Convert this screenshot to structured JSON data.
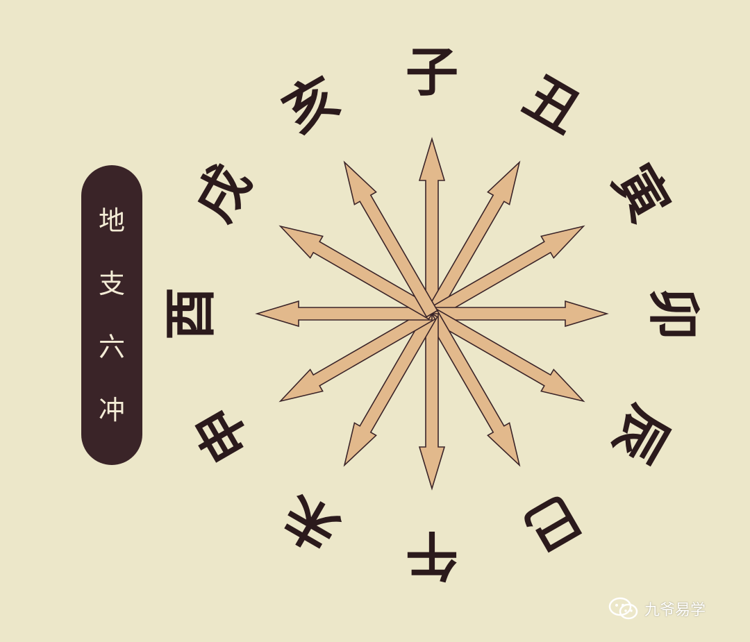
{
  "title": {
    "chars": [
      "地",
      "支",
      "六",
      "冲"
    ]
  },
  "branches": [
    "子",
    "丑",
    "寅",
    "卯",
    "辰",
    "巳",
    "午",
    "未",
    "申",
    "酉",
    "戌",
    "亥"
  ],
  "clash_pairs": [
    [
      "子",
      "午"
    ],
    [
      "丑",
      "未"
    ],
    [
      "寅",
      "申"
    ],
    [
      "卯",
      "酉"
    ],
    [
      "辰",
      "戌"
    ],
    [
      "巳",
      "亥"
    ]
  ],
  "watermark": {
    "text": "九爷易学",
    "icon": "wechat-icon"
  },
  "colors": {
    "background": "#ece7c9",
    "arrow_fill": "#e2b98c",
    "arrow_stroke": "#3a2428",
    "branch_text": "#2b1a1c",
    "pill": "#3a2428",
    "pill_text": "#f3ecd6"
  }
}
